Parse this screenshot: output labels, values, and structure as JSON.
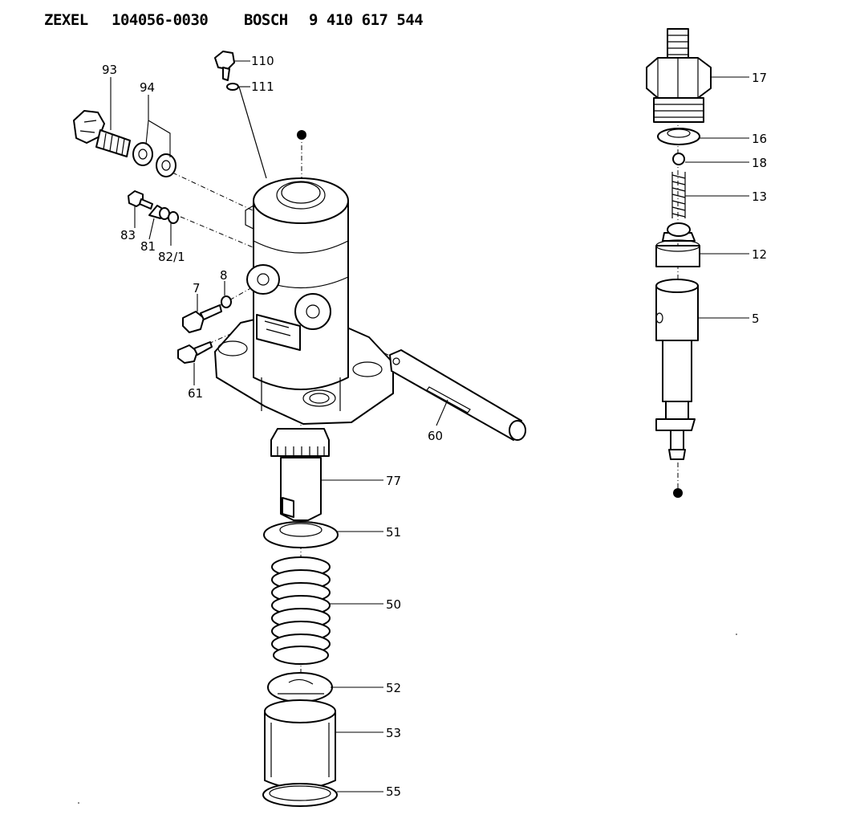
{
  "header": {
    "brand": "ZEXEL",
    "zexel_number": "104056-0030",
    "brand2": "BOSCH",
    "bosch_number": "9 410 617 544"
  },
  "callouts": {
    "c110": "110",
    "c111": "111",
    "c93": "93",
    "c94": "94",
    "c83": "83",
    "c81": "81",
    "c82_1": "82/1",
    "c7": "7",
    "c8": "8",
    "c61": "61",
    "c60": "60",
    "c77": "77",
    "c51": "51",
    "c50": "50",
    "c52": "52",
    "c53": "53",
    "c55": "55",
    "c17": "17",
    "c16": "16",
    "c18": "18",
    "c13": "13",
    "c12": "12",
    "c5": "5"
  }
}
